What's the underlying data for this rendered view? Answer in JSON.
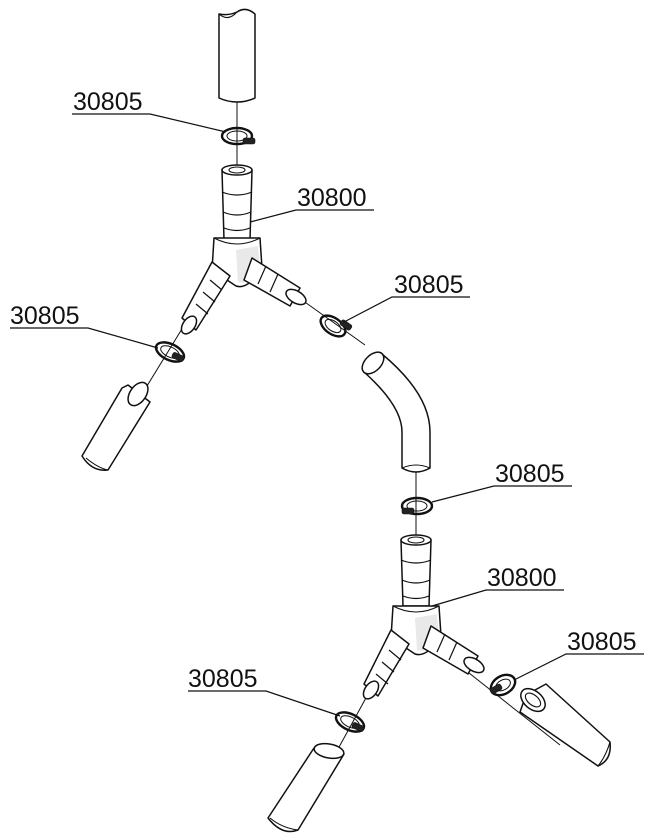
{
  "callouts": {
    "clamp_top": "30805",
    "tee_upper": "30800",
    "clamp_upper_right": "30805",
    "clamp_upper_left": "30805",
    "clamp_middle": "30805",
    "tee_lower": "30800",
    "clamp_lower_right": "30805",
    "clamp_lower_left": "30805"
  }
}
